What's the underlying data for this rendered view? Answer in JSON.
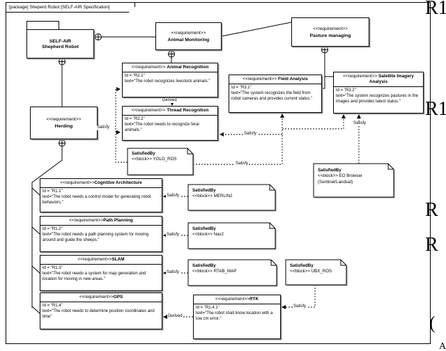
{
  "frame": {
    "tab_label": "[package] Sheperd Robot [SELF-AIR Specification]"
  },
  "labels": {
    "satisfy": "Satisfy",
    "derived": "Derived"
  },
  "blocks": {
    "self_air": {
      "line1": "SELF-AIR",
      "line2": "Shepherd Robot"
    }
  },
  "requirements": {
    "animal_monitoring": {
      "stereotype": "<<requirement>>",
      "name": "Animal Monitoring"
    },
    "pasture_managing": {
      "stereotype": "<<requirement>>",
      "name": "Pasture managing"
    },
    "herding": {
      "stereotype": "<<requirement>>",
      "name": "Herding"
    },
    "animal_recognition": {
      "stereotype": "<<requirement>> ",
      "name": "Animal Recognition",
      "id": "Id = \"R2.1\"",
      "text": "text=\"The robot recognizes livestock animals.\""
    },
    "thread_recognition": {
      "stereotype": "<<requirement>> ",
      "name": "Thread Recognition",
      "id": "Id = \"R2.2\"",
      "text": "text=\"The robot needs to recognize feral animals.\""
    },
    "field_analysis": {
      "stereotype": "<<requirement>> ",
      "name": "Field Analysis",
      "id": "Id = \"R3.1\"",
      "text": "text=\"The system recognizes the field from robot cameras and provides current status.\""
    },
    "satellite_imagery": {
      "stereotype": "<<requirement>> ",
      "name": "Satellite Imagery Analysis",
      "id": "Id = \"R3.2\"",
      "text": "text=\"The system recognizes pastures in the images and provides latest status.\""
    },
    "cognitive_architecture": {
      "stereotype": "<<requirement>>",
      "name": "Cognitive Architecture",
      "id": "Id = \"R1.1\"",
      "text": "text=\"The robot needs a control model for generating robot behaviors.\""
    },
    "path_planning": {
      "stereotype": "<<requirement>>",
      "name": "Path Planning",
      "id": "Id = \"R1.2\"",
      "text": "text=\"The robot needs a path planning system for moving around and guide the sheeps.\""
    },
    "slam": {
      "stereotype": "<<requirement>>",
      "name": "SLAM",
      "id": "Id = \"R1.3\"",
      "text": "text=\"The robot needs a system for map generation and location for moving in new areas.\""
    },
    "gps": {
      "stereotype": "<<requirement>>",
      "name": "GPS",
      "id": "Id = \"R1.4\"",
      "text": "text=\"The robot needs to determine position coordinates and time\""
    },
    "rtk": {
      "stereotype": "<<requirement>>",
      "name": "RTK",
      "id": "Id = \"R1.4.1\"",
      "text": "text=\"The robot shall know location with a low cm error.\""
    }
  },
  "notes": {
    "yolo": {
      "title": "SatisfiedBy",
      "block": "<<block>> YOLO_ROS"
    },
    "merlin": {
      "title": "SatisfiedBy",
      "block": "<<block>> MERLIN2"
    },
    "nav2": {
      "title": "SatisfiedBy",
      "block": "<<block>> Nav2"
    },
    "rtab": {
      "title": "SatisfiedBy",
      "block": "<<block>> RTAB_MAP"
    },
    "ubx": {
      "title": "SatisfiedBy",
      "block": "<<block>> UBX_ROS"
    },
    "eo": {
      "title": "SatisfiedBy",
      "block": "<<block>> EO Browser",
      "extra": "(Sentinel/Landsat)"
    }
  },
  "margin_text": {
    "m1": "R1",
    "m2": "R1",
    "m3": "R",
    "m4": "R",
    "m5": "(",
    "m6": "A"
  }
}
